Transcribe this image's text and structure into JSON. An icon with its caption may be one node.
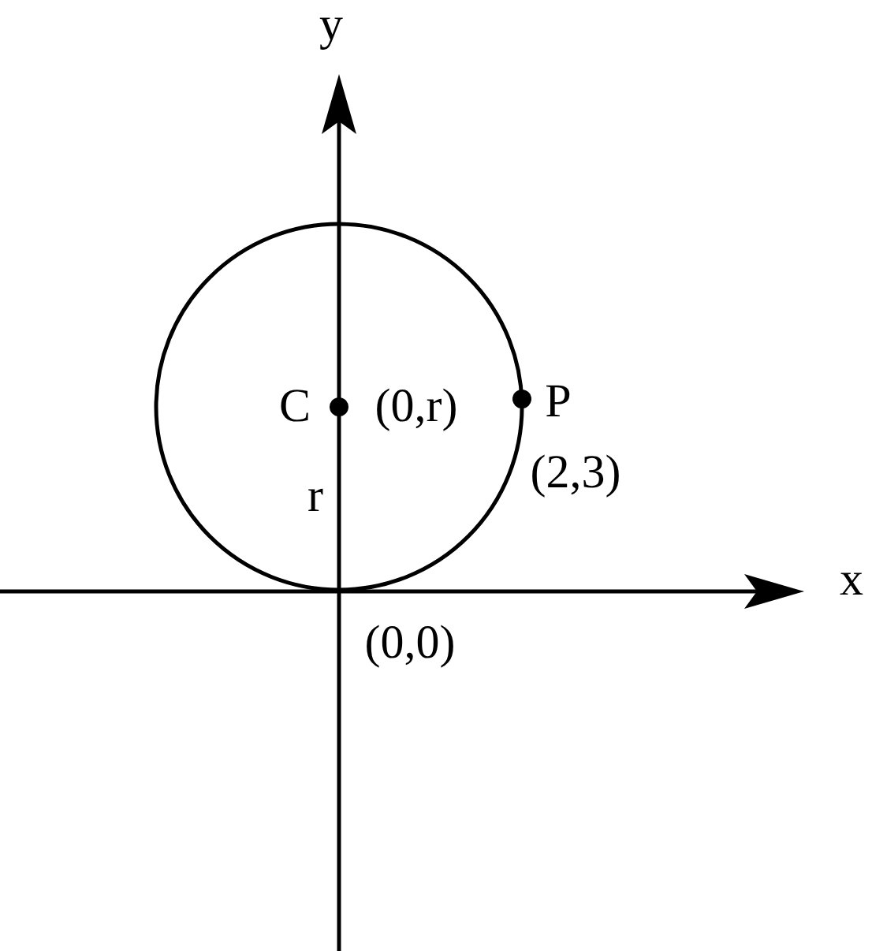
{
  "diagram": {
    "labels": [
      "y",
      "C",
      "(0,r)",
      "P",
      "(2,3)",
      "r",
      "x",
      "(0,0)"
    ]
  }
}
